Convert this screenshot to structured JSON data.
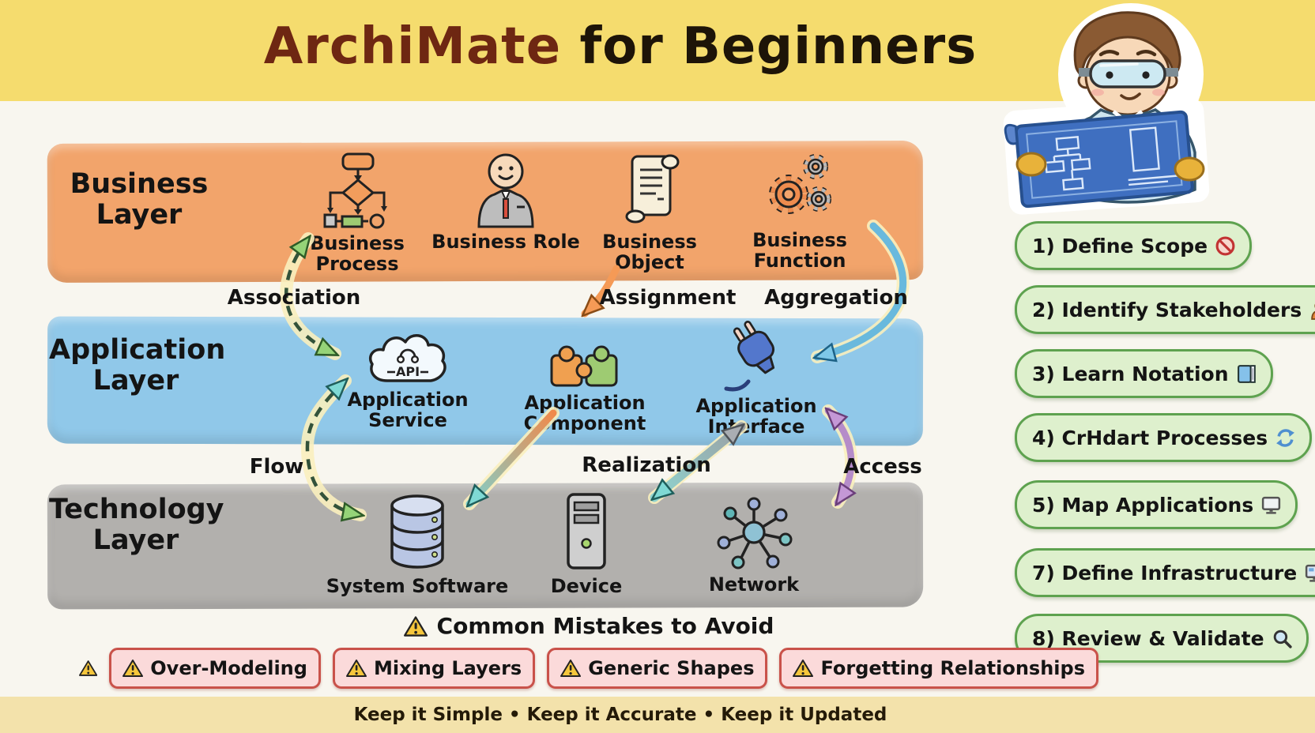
{
  "header": {
    "title_accent": "ArchiMate",
    "title_rest": " for Beginners",
    "mascot": "boy-with-goggles-reading-blueprint"
  },
  "layers": [
    {
      "label": "Business Layer",
      "color": "#F2A46B",
      "elements": [
        {
          "label": "Business Process",
          "icon": "flowchart-icon"
        },
        {
          "label": "Business Role",
          "icon": "person-icon"
        },
        {
          "label": "Business Object",
          "icon": "scroll-icon"
        },
        {
          "label": "Business Function",
          "icon": "gears-icon"
        }
      ]
    },
    {
      "label": "Application Layer",
      "color": "#90C8E9",
      "elements": [
        {
          "label": "Application Service",
          "icon": "cloud-api-icon"
        },
        {
          "label": "Application Component",
          "icon": "puzzle-icon"
        },
        {
          "label": "Application Interface",
          "icon": "plug-icon"
        }
      ]
    },
    {
      "label": "Technology Layer",
      "color": "#B2B0AD",
      "elements": [
        {
          "label": "System Software",
          "icon": "database-icon"
        },
        {
          "label": "Device",
          "icon": "server-tower-icon"
        },
        {
          "label": "Network",
          "icon": "network-icon"
        }
      ]
    }
  ],
  "relationships": {
    "association": "Association",
    "assignment": "Assignment",
    "aggregation": "Aggregation",
    "flow": "Flow",
    "realization": "Realization",
    "access": "Access"
  },
  "steps": [
    {
      "label": "1) Define Scope",
      "icon": "no-entry-icon"
    },
    {
      "label": "2) Identify Stakeholders",
      "icon": "stakeholder-icon"
    },
    {
      "label": "3) Learn Notation",
      "icon": "notebook-icon"
    },
    {
      "label": "4) CrHdart Processes",
      "icon": "sync-icon"
    },
    {
      "label": "5) Map Applications",
      "icon": "monitor-icon"
    },
    {
      "label": "7) Define Infrastructure",
      "icon": "monitor-screen-icon"
    },
    {
      "label": "8) Review & Validate",
      "icon": "magnifier-icon"
    }
  ],
  "mistakes": {
    "title": "Common Mistakes to Avoid",
    "items": [
      "Over-Modeling",
      "Mixing Layers",
      "Generic Shapes",
      "Forgetting Relationships"
    ]
  },
  "footer": {
    "text": "Keep it Simple • Keep it Accurate • Keep it Updated"
  },
  "colors": {
    "header_band": "#F5DC6E",
    "business_layer": "#F2A46B",
    "application_layer": "#90C8E9",
    "technology_layer": "#B2B0AD",
    "step_pill": "#DEF0CD",
    "step_border": "#5EA24F",
    "mistake_pill": "#FBDADA",
    "mistake_border": "#C9524A",
    "footer_band": "#F3E2AB",
    "title_accent": "#6E2712"
  }
}
